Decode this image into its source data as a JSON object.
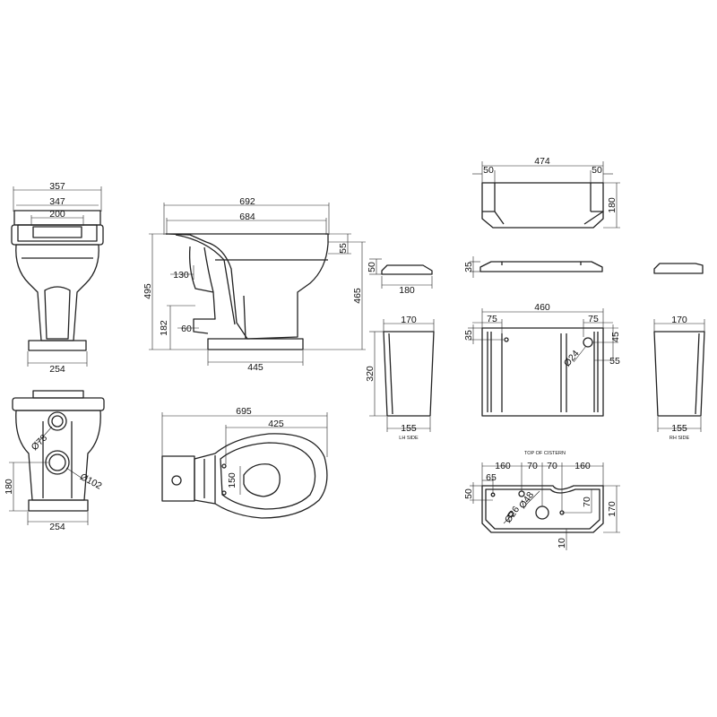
{
  "front_view": {
    "w357": "357",
    "w347": "347",
    "w200": "200",
    "w254": "254"
  },
  "side_view": {
    "l692": "692",
    "l684": "684",
    "h55": "55",
    "h495": "495",
    "h465": "465",
    "d130": "130",
    "h182": "182",
    "d60": "60",
    "d445": "445"
  },
  "rear_view": {
    "d78": "Ø78",
    "d102": "Ø102",
    "h180": "180",
    "w254": "254"
  },
  "plan_view": {
    "l695": "695",
    "l425": "425",
    "h150": "150"
  },
  "lid": {
    "w474": "474",
    "w50a": "50",
    "w50b": "50",
    "h180": "180",
    "h50": "50",
    "w180": "180",
    "h35": "35"
  },
  "cistern_sides": {
    "w170l": "170",
    "h320": "320",
    "w155l": "155",
    "lh_label": "LH SIDE",
    "w170r": "170",
    "w155r": "155",
    "rh_label": "RH SIDE"
  },
  "cistern_front": {
    "w460": "460",
    "w75a": "75",
    "w75b": "75",
    "h35": "35",
    "d24": "Ø24",
    "h45": "45",
    "h55": "55"
  },
  "cistern_top": {
    "title": "TOP OF CISTERN",
    "w160a": "160",
    "w70a": "70",
    "w70b": "70",
    "w160b": "160",
    "w65": "65",
    "h50": "50",
    "d48": "Ø48",
    "d26": "Ø26",
    "h70": "70",
    "h170": "170",
    "h10": "10"
  }
}
